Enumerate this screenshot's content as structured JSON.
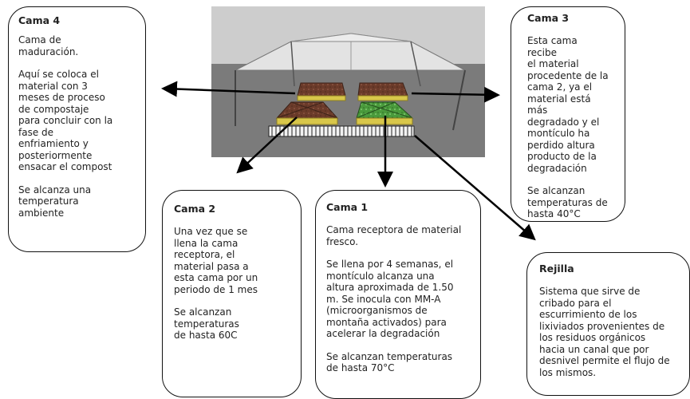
{
  "cama4": {
    "title": "Cama 4",
    "p1": "Cama de\nmaduración.",
    "p2": "Aquí se coloca el\nmaterial con 3\nmeses de proceso\nde compostaje\npara concluir con la\nfase de\nenfriamiento y\nposteriormente\nensacar el compost",
    "p3": "Se alcanza una\ntemperatura\nambiente"
  },
  "cama3": {
    "title": "Cama 3",
    "p1": "Esta cama recibe\nel material\nprocedente de la\ncama 2, ya el\nmaterial está más\ndegradado y el\nmontículo ha\nperdido altura\nproducto de la\ndegradación",
    "p2": "Se alcanzan\ntemperaturas de\nhasta 40°C"
  },
  "cama2": {
    "title": "Cama 2",
    "p1": "Una vez que se\nllena la cama\nreceptora, el\nmaterial pasa a\nesta cama por un\nperiodo de 1 mes",
    "p2": "Se alcanzan\ntemperaturas\nde hasta 60C"
  },
  "cama1": {
    "title": "Cama 1",
    "p1": "Cama receptora de material\nfresco.",
    "p2": "Se llena por 4 semanas, el\nmontículo alcanza una\naltura aproximada de 1.50\nm. Se inocula con MM-A\n(microorganismos de\nmontaña activados) para\nacelerar la degradación",
    "p3": "Se alcanzan temperaturas\nde hasta 70°C"
  },
  "rejilla": {
    "title": "Rejilla",
    "p1": "Sistema que sirve de\ncribado para el\nescurrimiento de los\nlixiviados provenientes de\nlos residuos orgánicos\nhacia un canal que por\ndesnivel permite el flujo de\nlos mismos."
  },
  "colors": {
    "tent_roof": "#dcdcdc",
    "ground": "#7a7a7a",
    "soil": "#6b3b2a",
    "sawdust": "#d8c74a",
    "green_bed": "#4a9a3c"
  }
}
